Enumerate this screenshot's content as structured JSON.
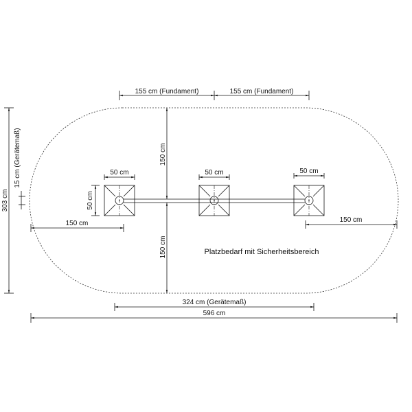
{
  "dimensions": {
    "foundation_left": "155 cm (Fundament)",
    "foundation_right": "155 cm (Fundament)",
    "height_top": "150 cm",
    "height_bottom": "150 cm",
    "total_height": "303 cm",
    "device_depth": "15 cm (Gerätemaß)",
    "square_width_left": "50 cm",
    "square_width_middle": "50 cm",
    "square_width_right": "50 cm",
    "square_height": "50 cm",
    "safety_left": "150 cm",
    "safety_right": "150 cm",
    "device_length": "324 cm (Gerätemaß)",
    "total_length": "596 cm"
  },
  "caption": "Platzbedarf mit Sicherheitsbereich"
}
